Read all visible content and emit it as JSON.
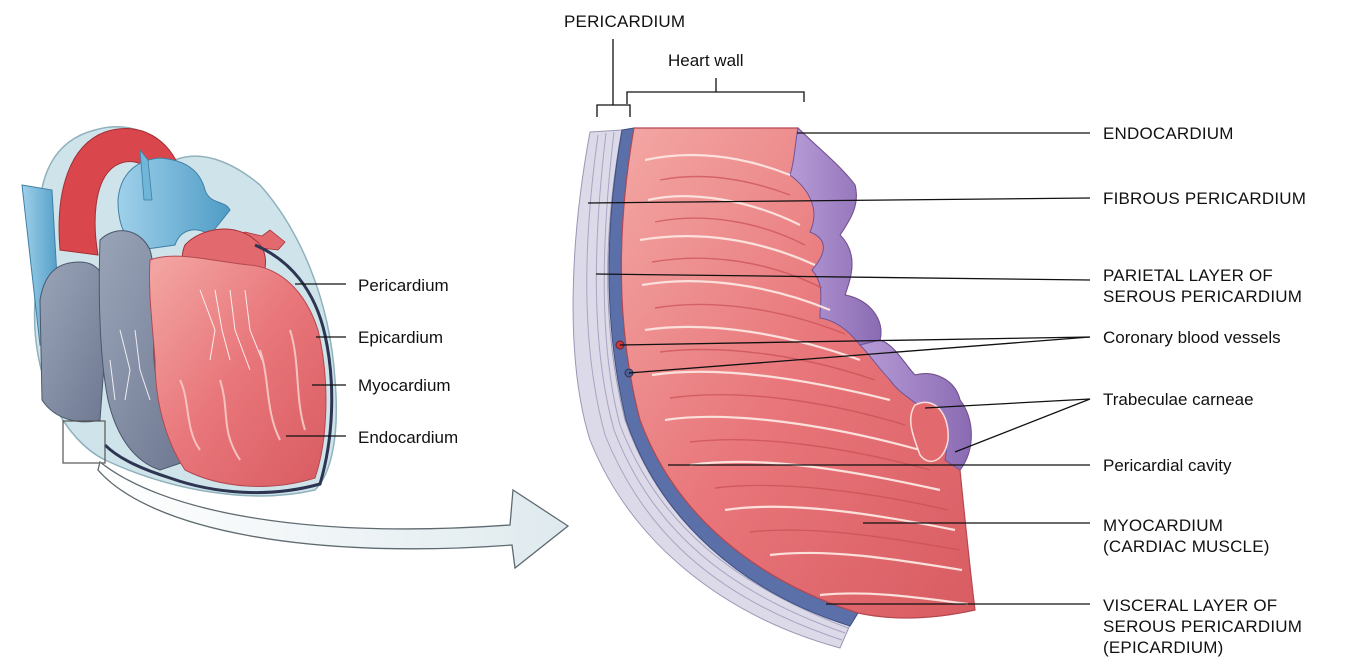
{
  "whole_heart": {
    "labels": {
      "pericardium": "Pericardium",
      "epicardium": "Epicardium",
      "myocardium": "Myocardium",
      "endocardium": "Endocardium"
    }
  },
  "wall_section": {
    "top_labels": {
      "pericardium": "PERICARDIUM",
      "heart_wall": "Heart wall"
    },
    "labels": {
      "endocardium": "ENDOCARDIUM",
      "fibrous_pericardium": "FIBROUS PERICARDIUM",
      "parietal_layer": "PARIETAL LAYER OF\nSEROUS PERICARDIUM",
      "coronary_vessels": "Coronary blood vessels",
      "trabeculae": "Trabeculae carneae",
      "pericardial_cavity": "Pericardial cavity",
      "myocardium": "MYOCARDIUM\n(CARDIAC MUSCLE)",
      "visceral_layer": "VISCERAL LAYER OF\nSEROUS PERICARDIUM\n(EPICARDIUM)"
    }
  },
  "colors": {
    "muscle": "#e8767a",
    "muscle_light": "#f3a7a4",
    "muscle_dark": "#c94f55",
    "vessel_blue": "#6fb6d8",
    "artery_red": "#d9474d",
    "purple": "#9a7cc0",
    "pericardium_blue": "#5b6fa8",
    "pericardium_light": "#c9c6dc",
    "arrow_fill": "#e6f0f2",
    "leader": "#111111"
  }
}
